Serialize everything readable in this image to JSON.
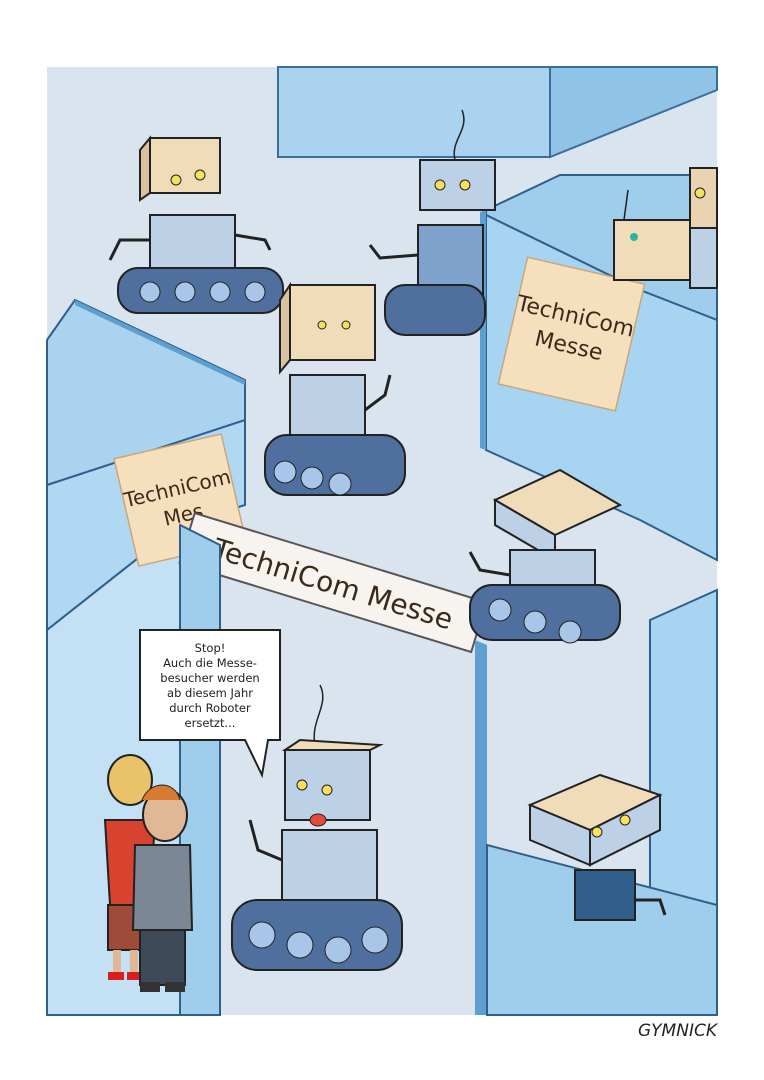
{
  "signs": {
    "booth_right": [
      "TechniCom",
      "Messe"
    ],
    "booth_left": [
      "TechniCom",
      "Mes"
    ],
    "banner": "TechniCom Messe"
  },
  "speech_bubble": {
    "lines": [
      "Stop!",
      "Auch die Messe-",
      "besucher werden",
      "ab diesem Jahr",
      "durch Roboter",
      "ersetzt..."
    ]
  },
  "signature": "GYMNICK",
  "colors": {
    "floor": "#d8e4ee",
    "wall": "#a9d3ef",
    "wall_dark": "#5d9fcf",
    "robot_box": "#f1dcb9",
    "robot_body": "#bcd0e6",
    "tread": "#4f6f9f",
    "sign_bg": "#f6dfbc"
  }
}
